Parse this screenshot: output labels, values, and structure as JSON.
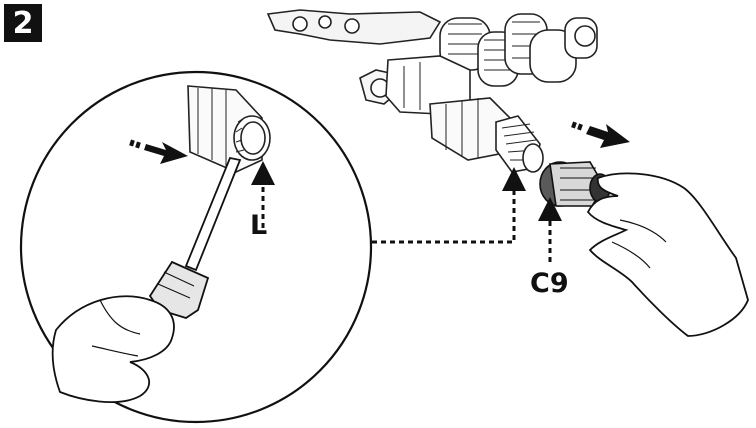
{
  "step": {
    "number": "2"
  },
  "labels": {
    "inset_part": "L",
    "main_part": "C9"
  },
  "colors": {
    "ink": "#111111",
    "badge_bg": "#111111",
    "badge_text": "#ffffff",
    "paper": "#ffffff",
    "shade": "#e6e6e6"
  },
  "icons": [
    "pull-arrow-icon",
    "screwdriver-icon",
    "hand-icon"
  ]
}
